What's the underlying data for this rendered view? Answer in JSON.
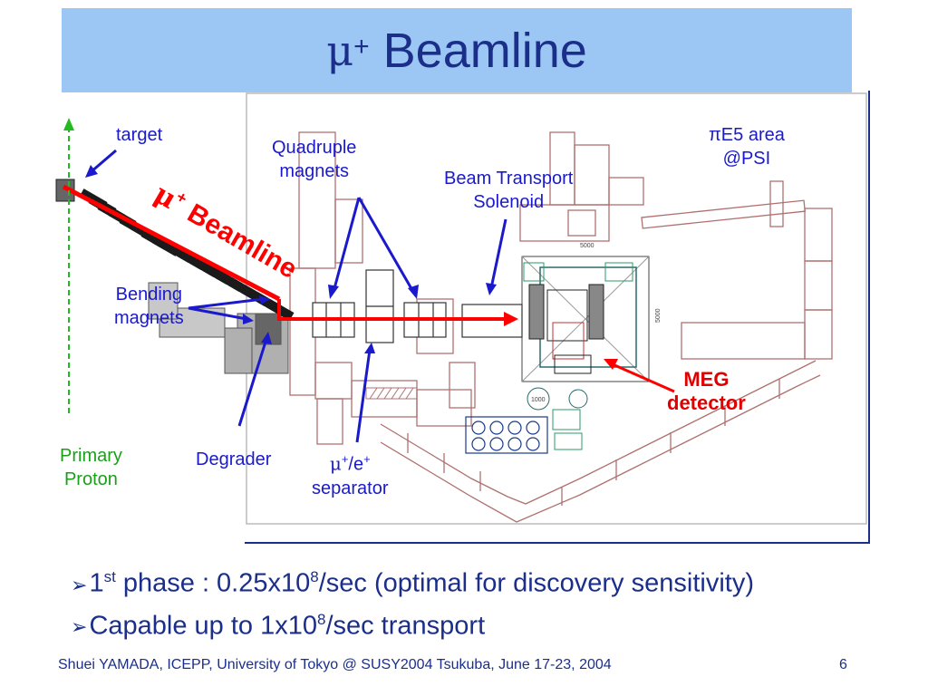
{
  "title": {
    "mu": "μ",
    "sup": "+",
    "text": "Beamline"
  },
  "labels": {
    "target": "target",
    "quadruple_1": "Quadruple",
    "quadruple_2": "magnets",
    "beam_transport_1": "Beam Transport",
    "beam_transport_2": "Solenoid",
    "pie5_1": "πE5 area",
    "pie5_2": "@PSI",
    "bending_1": "Bending",
    "bending_2": "magnets",
    "meg_1": "MEG",
    "meg_2": "detector",
    "primary_1": "Primary",
    "primary_2": "Proton",
    "degrader": "Degrader",
    "separator_mu": "μ",
    "separator_plus": "+",
    "separator_mid": "/e",
    "separator_plus2": "+",
    "separator_2": "separator",
    "beamline_mu": "μ",
    "beamline_plus": "+",
    "beamline_text": "Beamline",
    "dim_5000a": "5000",
    "dim_5000b": "5000",
    "circle_1000": "1000"
  },
  "bullets": [
    {
      "pre": "1",
      "sup": "st",
      "mid": " phase : 0.25x10",
      "sup2": "8",
      "post": "/sec (optimal for discovery sensitivity)"
    },
    {
      "pre": "Capable up to 1x10",
      "sup": "8",
      "post": "/sec transport"
    }
  ],
  "footer": "Shuei YAMADA, ICEPP, University of Tokyo @ SUSY2004 Tsukuba, June 17-23, 2004",
  "page_number": "6",
  "colors": {
    "title_bg": "#9cc7f5",
    "title_text": "#1b2f8a",
    "annotation": "#1a1acc",
    "beam": "#ff0000",
    "proton": "#22bb22",
    "drawing": "#a05050"
  }
}
